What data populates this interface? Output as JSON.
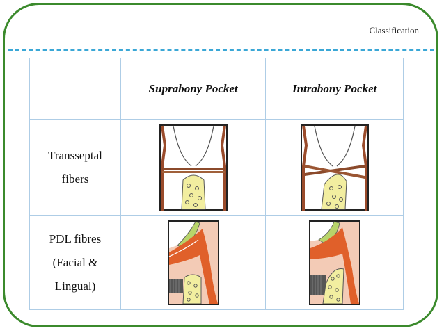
{
  "header": {
    "title": "Classification"
  },
  "table": {
    "columns": [
      "",
      "Suprabony Pocket",
      "Intrabony Pocket"
    ],
    "rows": [
      {
        "label_lines": [
          "Transseptal",
          "fibers"
        ]
      },
      {
        "label_lines": [
          "PDL fibres",
          "(Facial &",
          "Lingual)"
        ]
      }
    ]
  },
  "colors": {
    "border_green": "#3b8a2c",
    "dash_blue": "#3aa7d6",
    "grid_blue": "#aecde6",
    "bone_yellow": "#f2eea0",
    "fiber_brown": "#8b4a2b",
    "gingiva_orange": "#e0602a",
    "tissue_pink": "#f3cbb6",
    "enamel_green": "#b8d46a"
  }
}
